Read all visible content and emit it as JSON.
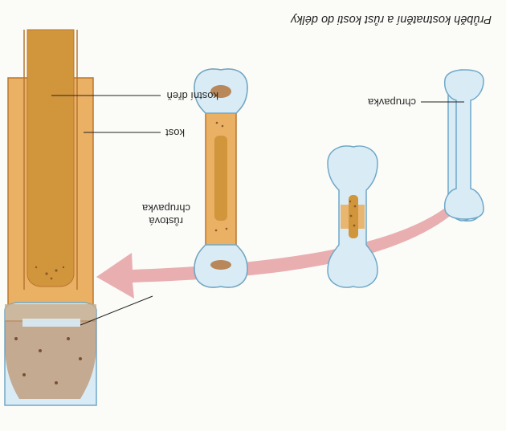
{
  "title": "Průběh kostnatění a růst kosti do délky",
  "labels": {
    "cartilage": "chrupavka",
    "bone": "kost",
    "marrow": "kostní dřeň",
    "growth_cartilage_line1": "růstová",
    "growth_cartilage_line2": "chrupavka"
  },
  "colors": {
    "cartilage": "#d9ecf6",
    "cartilage_edge": "#6fa8c8",
    "bone": "#eab064",
    "bone_edge": "#b9772f",
    "marrow": "#d1953c",
    "arrow": "#e5a0a3",
    "spongy": "#b8875a"
  }
}
